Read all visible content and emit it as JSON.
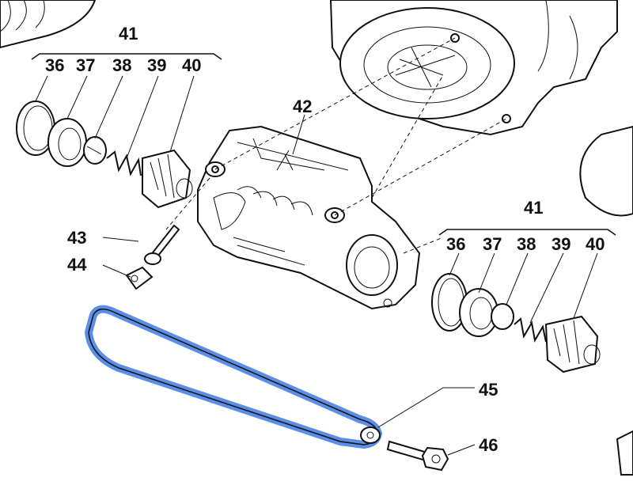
{
  "labels": {
    "group_left": "41",
    "group_right": "41",
    "left_items": [
      "36",
      "37",
      "38",
      "39",
      "40"
    ],
    "right_items": [
      "36",
      "37",
      "38",
      "39",
      "40"
    ],
    "housing": "42",
    "screw_43": "43",
    "nut_44": "44",
    "bracket_45": "45",
    "bolt_46": "46"
  },
  "highlight_color": "#5b8ee6"
}
